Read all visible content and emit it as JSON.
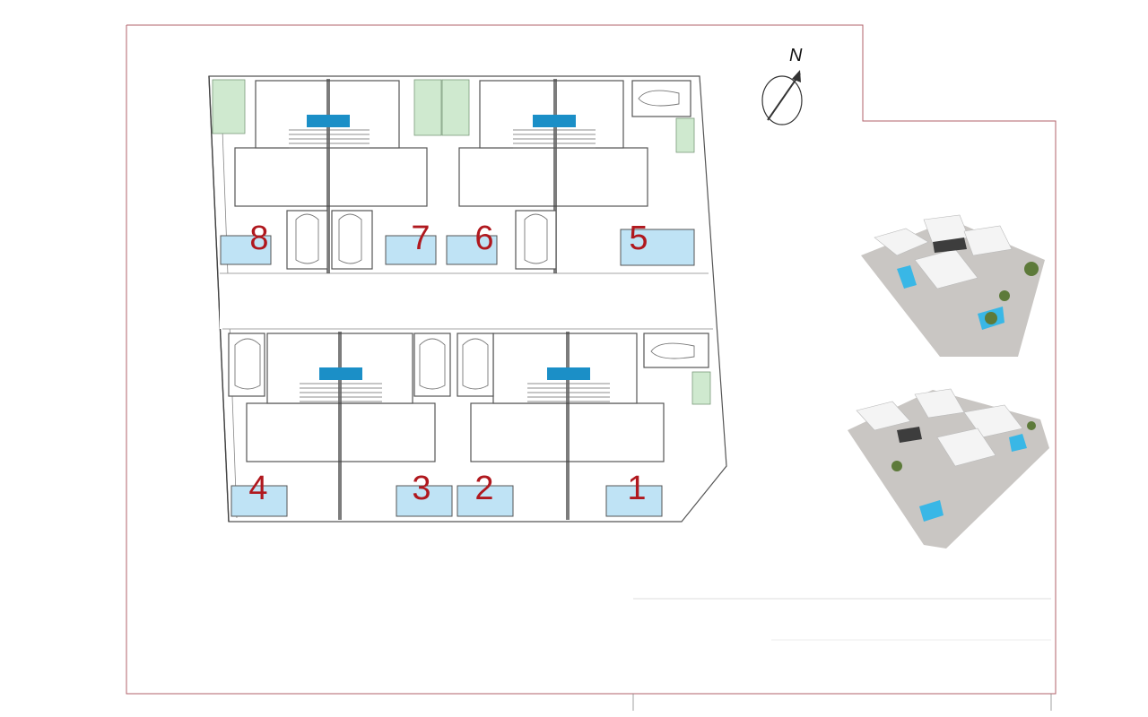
{
  "north_label": "N",
  "units": [
    {
      "label": "8"
    },
    {
      "label": "7"
    },
    {
      "label": "6"
    },
    {
      "label": "5"
    },
    {
      "label": "4"
    },
    {
      "label": "3"
    },
    {
      "label": "2"
    },
    {
      "label": "1"
    }
  ],
  "colors": {
    "unit_number": "#b0181e",
    "pool": "#bfe3f5",
    "garden": "#cfe9cf",
    "boundary": "#b0606a",
    "accent_blue": "#1b8fc7"
  },
  "icons": [
    "north-arrow-icon",
    "car-icon",
    "pool-icon",
    "stairs-icon"
  ]
}
